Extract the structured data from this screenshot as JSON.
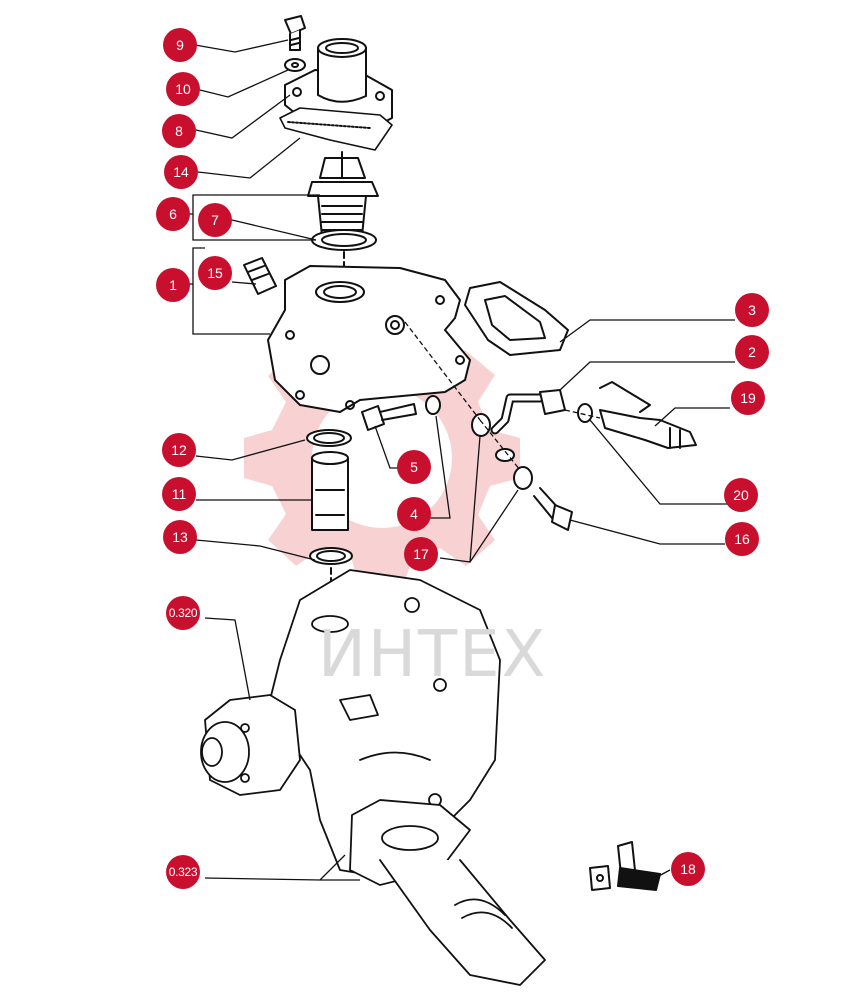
{
  "watermark": {
    "text": "ИНТЕХ",
    "color": "#f2a6a6"
  },
  "badge_color": "#c8102e",
  "callouts": [
    {
      "id": "c9",
      "label": "9"
    },
    {
      "id": "c10",
      "label": "10"
    },
    {
      "id": "c8",
      "label": "8"
    },
    {
      "id": "c14",
      "label": "14"
    },
    {
      "id": "c6",
      "label": "6"
    },
    {
      "id": "c7",
      "label": "7"
    },
    {
      "id": "c15",
      "label": "15"
    },
    {
      "id": "c1",
      "label": "1"
    },
    {
      "id": "c3",
      "label": "3"
    },
    {
      "id": "c2",
      "label": "2"
    },
    {
      "id": "c19",
      "label": "19"
    },
    {
      "id": "c12",
      "label": "12"
    },
    {
      "id": "c5",
      "label": "5"
    },
    {
      "id": "c20",
      "label": "20"
    },
    {
      "id": "c11",
      "label": "11"
    },
    {
      "id": "c4",
      "label": "4"
    },
    {
      "id": "c16",
      "label": "16"
    },
    {
      "id": "c13",
      "label": "13"
    },
    {
      "id": "c17",
      "label": "17"
    },
    {
      "id": "ref1",
      "label": "0.320"
    },
    {
      "id": "ref2",
      "label": "0.323"
    },
    {
      "id": "c18",
      "label": "18"
    }
  ]
}
